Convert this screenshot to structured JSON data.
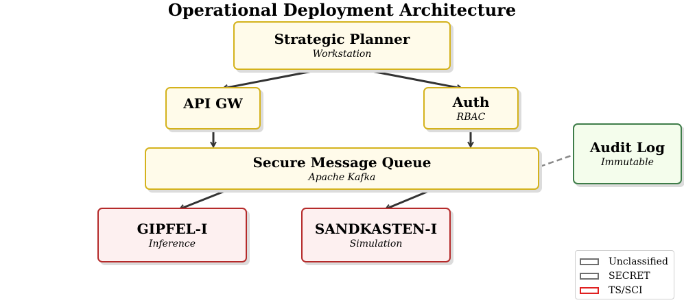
{
  "title": "Operational Deployment Architecture",
  "nodes": {
    "strategic_planner": {
      "title": "Strategic Planner",
      "subtitle": "Workstation"
    },
    "api_gw": {
      "title": "API GW"
    },
    "auth": {
      "title": "Auth",
      "subtitle": "RBAC"
    },
    "message_queue": {
      "title": "Secure Message Queue",
      "subtitle": "Apache Kafka"
    },
    "audit_log": {
      "title": "Audit Log",
      "subtitle": "Immutable"
    },
    "gipfel": {
      "title": "GIPFEL-I",
      "subtitle": "Inference"
    },
    "sandkasten": {
      "title": "SANDKASTEN-I",
      "subtitle": "Simulation"
    }
  },
  "legend": [
    {
      "label": "Unclassified",
      "color": "#6e6e6e"
    },
    {
      "label": "SECRET",
      "color": "#6e6e6e"
    },
    {
      "label": "TS/SCI",
      "color": "#e02020"
    }
  ],
  "colors": {
    "secret_fill": "#fffbea",
    "secret_border": "#d4b21c",
    "tssci_fill": "#fdf0f0",
    "tssci_border": "#b52a2a",
    "unclassified_fill": "#f4fdec",
    "unclassified_border": "#3e7d49",
    "edge": "#333333",
    "dashed_edge": "#888888"
  }
}
